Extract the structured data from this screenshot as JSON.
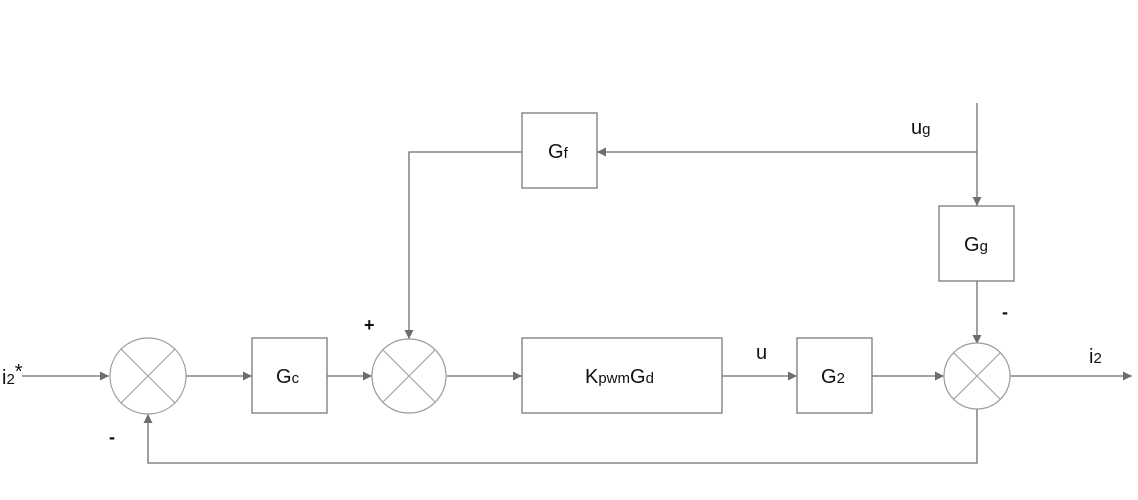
{
  "diagram": {
    "type": "control-block-diagram",
    "colors": {
      "line": "#6e6e6e",
      "box_border": "#7a7a7a",
      "summer_border": "#9a9a9a",
      "text": "#111111",
      "background": "#ffffff"
    },
    "signals": {
      "input": {
        "main": "i",
        "sub": "2",
        "suffix": "*"
      },
      "output": {
        "main": "i",
        "sub": "2"
      },
      "u": {
        "main": "u"
      },
      "ug": {
        "main": "u",
        "sub": "g"
      }
    },
    "blocks": {
      "gc": {
        "main": "G",
        "sub": "c"
      },
      "kpwm": {
        "main": "K",
        "sub": "pwm",
        "main2": "G",
        "sub2": "d"
      },
      "g2": {
        "main": "G",
        "sub": "2"
      },
      "gf": {
        "main": "G",
        "sub": "f"
      },
      "gg": {
        "main": "G",
        "sub": "g"
      }
    },
    "signs": {
      "sum1_feedback": "-",
      "sum2_feedforward": "+",
      "sum3_grid": "-"
    },
    "connections": [
      {
        "from": "i2*",
        "to": "sum1"
      },
      {
        "from": "sum1",
        "to": "Gc"
      },
      {
        "from": "Gc",
        "to": "sum2"
      },
      {
        "from": "Gf",
        "to": "sum2",
        "sign": "+"
      },
      {
        "from": "sum2",
        "to": "KpwmGd"
      },
      {
        "from": "KpwmGd",
        "to": "G2",
        "label": "u"
      },
      {
        "from": "G2",
        "to": "sum3"
      },
      {
        "from": "ug",
        "to": "Gf"
      },
      {
        "from": "ug",
        "to": "Gg"
      },
      {
        "from": "Gg",
        "to": "sum3",
        "sign": "-"
      },
      {
        "from": "sum3",
        "to": "i2"
      },
      {
        "from": "i2",
        "to": "sum1",
        "sign": "-"
      }
    ]
  }
}
